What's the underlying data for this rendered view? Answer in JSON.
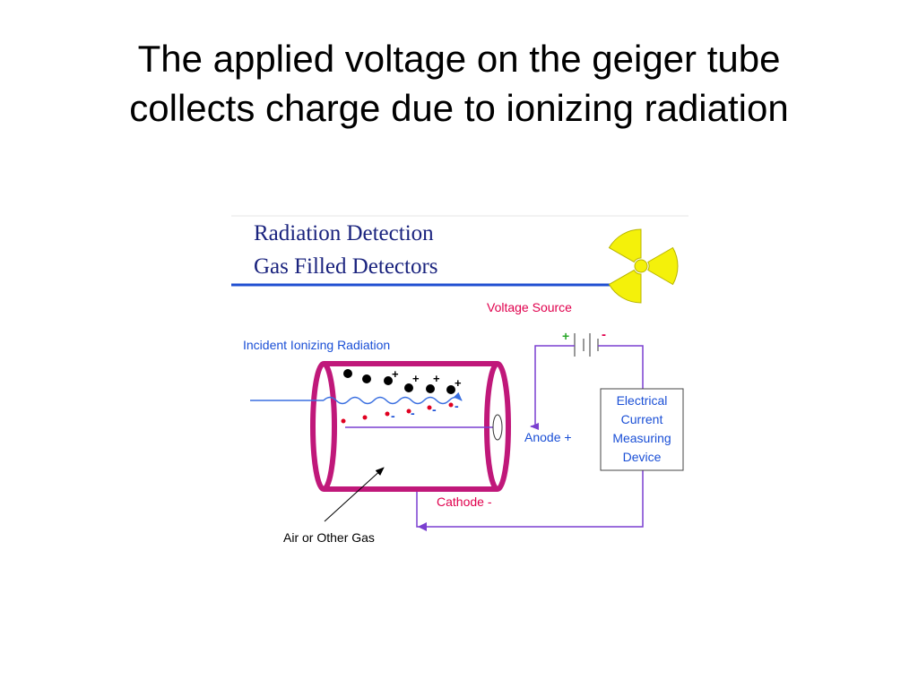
{
  "slide": {
    "title_line1": "The applied voltage on the geiger tube",
    "title_line2": "collects charge due to ionizing radiation"
  },
  "figure": {
    "header_line1": "Radiation Detection",
    "header_line2": "Gas Filled Detectors",
    "hazard_symbol": "radiation-trefoil-icon",
    "voltage_source_label": "Voltage Source",
    "battery_plus": "+",
    "battery_minus": "-",
    "incident_label": "Incident Ionizing Radiation",
    "device_line1": "Electrical",
    "device_line2": "Current",
    "device_line3": "Measuring",
    "device_line4": "Device",
    "anode_label": "Anode +",
    "cathode_label": "Cathode -",
    "gas_label": "Air or Other Gas",
    "ion_plus": "+",
    "ion_minus": "-",
    "colors": {
      "header_text": "#1a237e",
      "header_rule": "#1f4fd1",
      "tube": "#c0187a",
      "wire": "#7a3fd0",
      "voltage_label": "#e0004d",
      "incident_label": "#1a4fd6",
      "radiation_wave": "#3a6fe0",
      "trefoil_fill": "#f4f10a",
      "negative_charge": "#e00020"
    }
  }
}
